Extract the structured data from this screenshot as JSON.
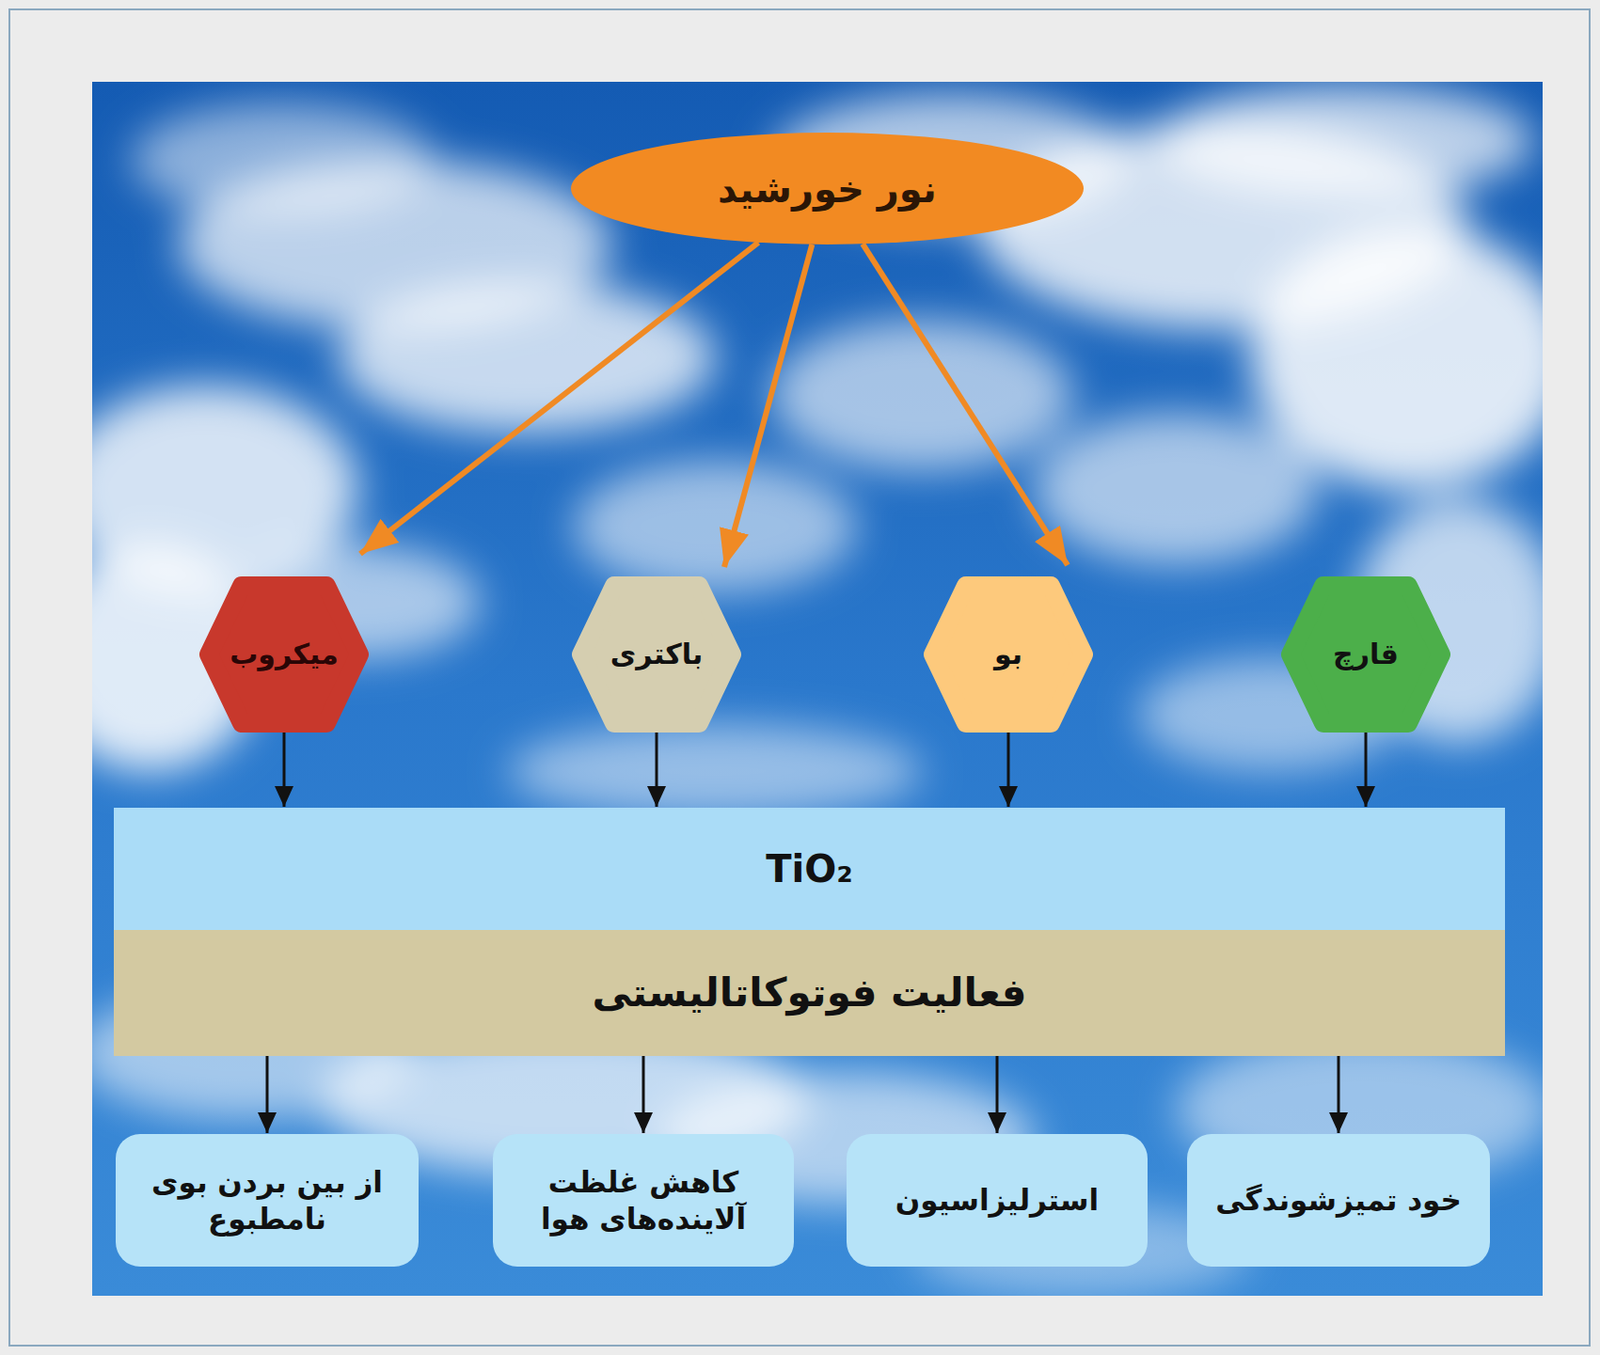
{
  "diagram": {
    "nodes": [
      {
        "text": [
          "نور خورشید"
        ]
      },
      {
        "text": [
          "قارچ"
        ]
      },
      {
        "text": [
          "بو"
        ]
      },
      {
        "text": [
          "باکتری"
        ]
      },
      {
        "text": [
          "میکروب"
        ]
      },
      {
        "text": [
          "TiO₂"
        ]
      },
      {
        "text": [
          "فعالیت فوتوکاتالیستی"
        ]
      },
      {
        "text": [
          "خود تمیزشوندگی"
        ]
      },
      {
        "text": [
          "استرلیزاسیون"
        ]
      },
      {
        "text": [
          "کاهش غلظت آلاینده‌های هوا"
        ]
      },
      {
        "text": [
          "از بین بردن بوی نامطبوع"
        ]
      }
    ],
    "edges": [
      {
        "from": 0,
        "to": 2,
        "arrow": "to"
      },
      {
        "from": 0,
        "to": 3,
        "arrow": "to"
      },
      {
        "from": 0,
        "to": 4,
        "arrow": "to"
      },
      {
        "from": 1,
        "to": 5,
        "arrow": "to"
      },
      {
        "from": 2,
        "to": 5,
        "arrow": "to"
      },
      {
        "from": 3,
        "to": 5,
        "arrow": "to"
      },
      {
        "from": 4,
        "to": 5,
        "arrow": "to"
      },
      {
        "from": 6,
        "to": 7,
        "arrow": "to"
      },
      {
        "from": 6,
        "to": 8,
        "arrow": "to"
      },
      {
        "from": 6,
        "to": 9,
        "arrow": "to"
      },
      {
        "from": 6,
        "to": 10,
        "arrow": "to"
      }
    ]
  }
}
